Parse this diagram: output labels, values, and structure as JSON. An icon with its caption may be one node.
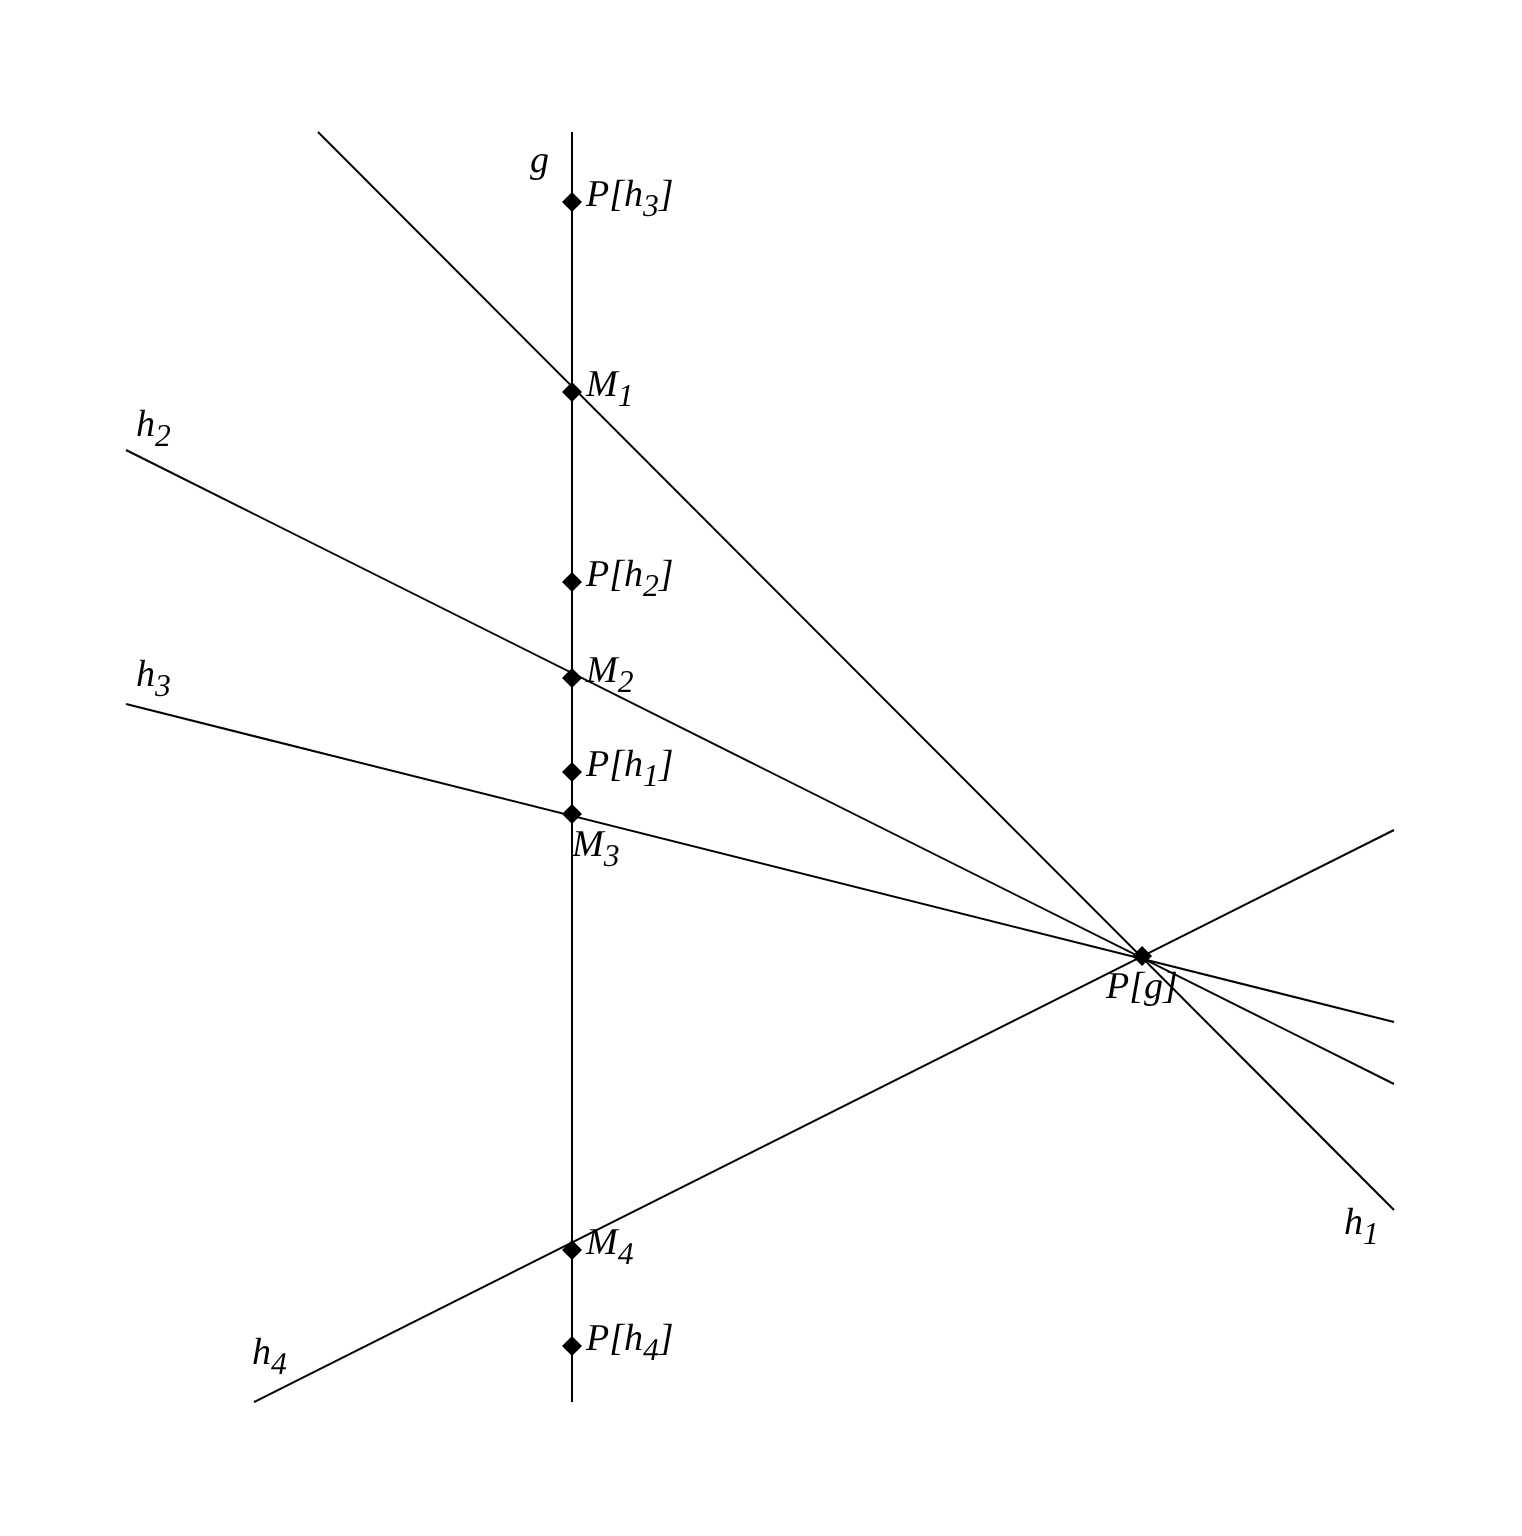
{
  "diagram": {
    "nodes": [
      {
        "text": [
          "P[h$_{3}$]"
        ]
      },
      {
        "text": [
          "M$_{1}$"
        ]
      },
      {
        "text": [
          "P[h$_{2}$]"
        ]
      },
      {
        "text": [
          "M$_{2}$"
        ]
      },
      {
        "text": [
          "P[h$_{1}$]"
        ]
      },
      {
        "text": [
          "M$_{3}$"
        ]
      },
      {
        "text": [
          "P[g]"
        ]
      },
      {
        "text": [
          "M$_{4}$"
        ]
      },
      {
        "text": [
          "P[h$_{4}$]"
        ]
      }
    ],
    "labels": [
      "g",
      "h$_{2}$",
      "h$_{3}$",
      "h$_{4}$",
      "h$_{1}$"
    ]
  }
}
